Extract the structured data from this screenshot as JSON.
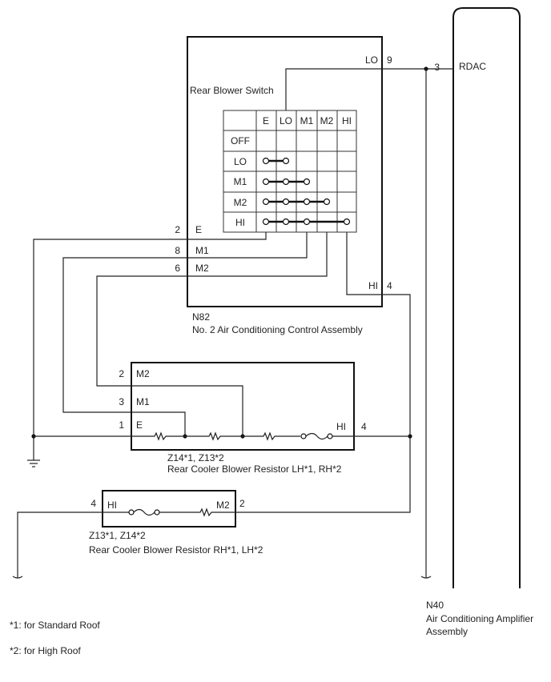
{
  "n82": {
    "code": "N82",
    "name": "No. 2 Air Conditioning Control Assembly",
    "switch_title": "Rear Blower Switch",
    "pins": {
      "lo_name": "LO",
      "lo_num": "9",
      "e_name": "E",
      "e_num": "2",
      "m1_name": "M1",
      "m1_num": "8",
      "m2_name": "M2",
      "m2_num": "6",
      "hi_name": "HI",
      "hi_num": "4"
    },
    "table": {
      "columns": [
        "E",
        "LO",
        "M1",
        "M2",
        "HI"
      ],
      "rows": [
        "OFF",
        "LO",
        "M1",
        "M2",
        "HI"
      ]
    }
  },
  "n40": {
    "code": "N40",
    "name_line1": "Air Conditioning Amplifier",
    "name_line2": "Assembly",
    "pin_num": "3",
    "pin_name": "RDAC"
  },
  "resistor_lh": {
    "code": "Z14*1, Z13*2",
    "name": "Rear Cooler Blower Resistor LH*1, RH*2",
    "pins": {
      "m2_num": "2",
      "m2_name": "M2",
      "m1_num": "3",
      "m1_name": "M1",
      "e_num": "1",
      "e_name": "E",
      "hi_name": "HI",
      "hi_num": "4"
    }
  },
  "resistor_rh": {
    "code": "Z13*1, Z14*2",
    "name": "Rear Cooler Blower Resistor RH*1, LH*2",
    "pins": {
      "hi_num": "4",
      "hi_name": "HI",
      "m2_name": "M2",
      "m2_num": "2"
    }
  },
  "notes": {
    "note1": "*1: for Standard Roof",
    "note2": "*2: for High Roof"
  }
}
